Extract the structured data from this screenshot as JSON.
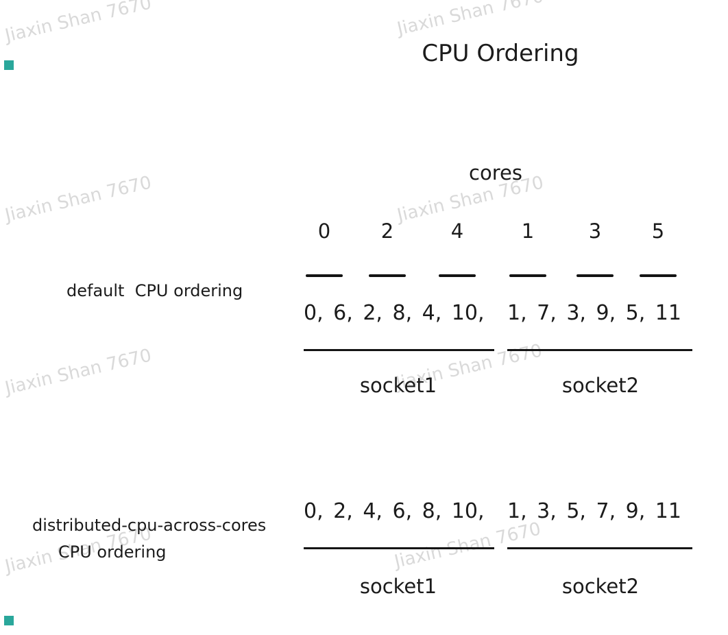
{
  "title": "CPU Ordering",
  "watermark": {
    "text": "Jiaxin Shan 7670",
    "color": "#d9d9d9"
  },
  "accent_color": "#2aa79b",
  "diagram": {
    "cores_label": "cores",
    "core_numbers": [
      "0",
      "2",
      "4",
      "1",
      "3",
      "5"
    ],
    "sections": {
      "default": {
        "label": "default  CPU ordering",
        "socket1_cpus": "0, 6, 2, 8, 4, 10,",
        "socket2_cpus": "1, 7, 3, 9, 5, 11",
        "socket1": "socket1",
        "socket2": "socket2"
      },
      "distributed": {
        "label_line1": "distributed-cpu-across-cores",
        "label_line2": "CPU ordering",
        "socket1_cpus": "0, 2, 4, 6, 8, 10,",
        "socket2_cpus": "1, 3, 5, 7, 9, 11",
        "socket1": "socket1",
        "socket2": "socket2"
      }
    }
  }
}
